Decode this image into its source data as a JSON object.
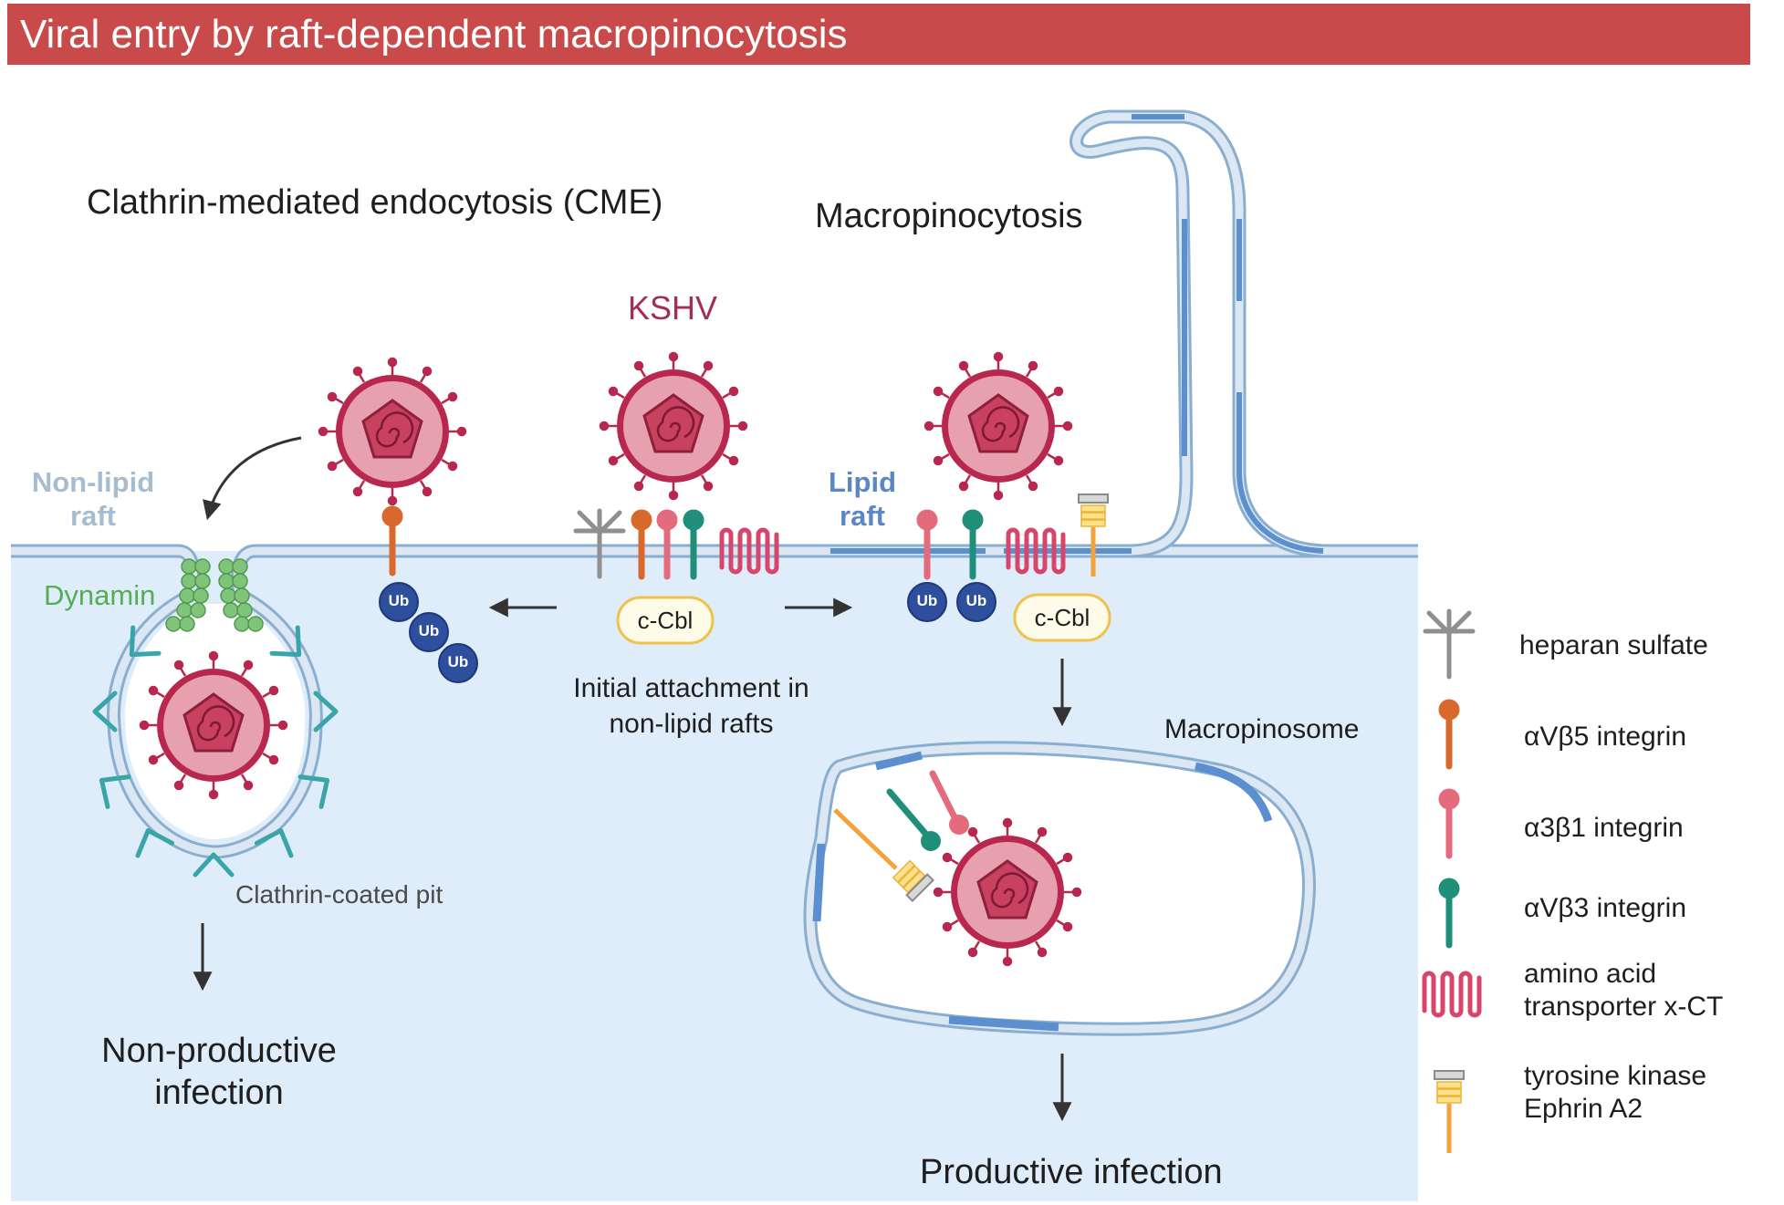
{
  "title": "Viral entry by raft-dependent macropinocytosis",
  "colors": {
    "title_bar": "#c84a4a",
    "cytoplasm": "#deedf9",
    "membrane_light": "#c8dcef",
    "membrane_outline": "#8aaed0",
    "lipid_raft": "#5b8fd0",
    "virus": "#b8284e",
    "virus_fill": "#e7a1ae",
    "dynamin": "#7fc47a",
    "clathrin": "#3aa5a8",
    "ubiquitin": "#2d4f9e",
    "kshv_label": "#a32d58",
    "nonlipid_label": "#a6bccf",
    "lipid_label": "#5b86c4",
    "dynamin_label": "#56ae54"
  },
  "labels": {
    "cme": "Clathrin-mediated endocytosis (CME)",
    "macropinocytosis": "Macropinocytosis",
    "kshv": "KSHV",
    "non_lipid_raft": "Non-lipid raft",
    "lipid_raft": "Lipid raft",
    "dynamin": "Dynamin",
    "ub": "Ub",
    "c_cbl": "c-Cbl",
    "initial_attachment": "Initial attachment in non-lipid rafts",
    "macropinosome": "Macropinosome",
    "clathrin_coated_pit": "Clathrin-coated pit",
    "non_productive": "Non-productive infection",
    "productive": "Productive infection"
  },
  "legend": [
    {
      "icon": "heparan-sulfate-icon",
      "label": "heparan sulfate"
    },
    {
      "icon": "avb5-integrin-icon",
      "label": "αVβ5 integrin"
    },
    {
      "icon": "a3b1-integrin-icon",
      "label": "α3β1 integrin"
    },
    {
      "icon": "avb3-integrin-icon",
      "label": "αVβ3 integrin"
    },
    {
      "icon": "xct-transporter-icon",
      "label": "amino acid transporter x-CT"
    },
    {
      "icon": "epha2-kinase-icon",
      "label": "tyrosine kinase Ephrin A2"
    }
  ]
}
